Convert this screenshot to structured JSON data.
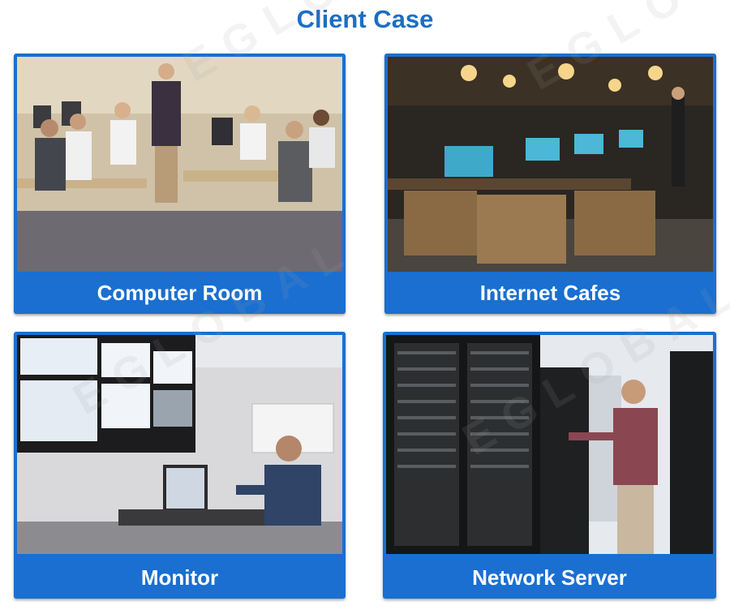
{
  "page": {
    "title": "Client Case",
    "watermark": "EGLOBAL"
  },
  "cases": [
    {
      "label": "Computer Room"
    },
    {
      "label": "Internet Cafes"
    },
    {
      "label": "Monitor"
    },
    {
      "label": "Network Server"
    }
  ]
}
